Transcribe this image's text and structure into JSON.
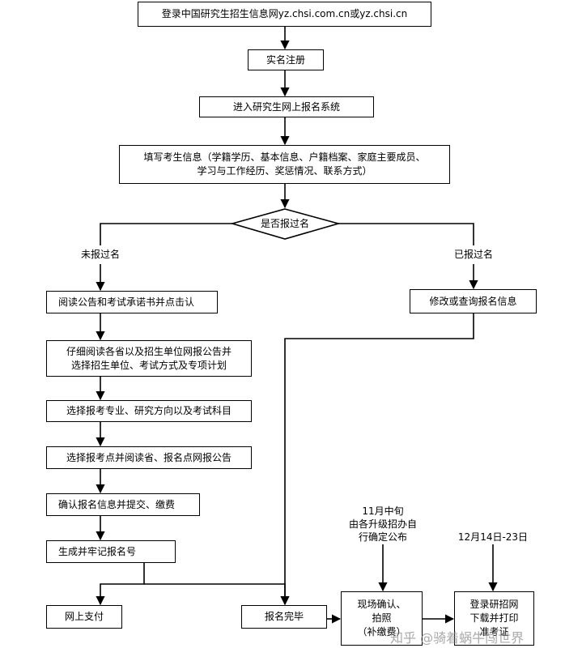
{
  "nodes": {
    "login": "登录中国研究生招生信息网yz.chsi.com.cn或yz.chsi.cn",
    "register": "实名注册",
    "enter_system": "进入研究生网上报名系统",
    "fill_info_line1": "填写考生信息（学籍学历、基本信息、户籍档案、家庭主要成员、",
    "fill_info_line2": "学习与工作经历、奖惩情况、联系方式）",
    "decision": "是否报过名",
    "read_notice": "阅读公告和考试承诺书并点击认",
    "modify_info": "修改或查询报名信息",
    "read_unit_line1": "仔细阅读各省以及招生单位网报公告并",
    "read_unit_line2": "选择招生单位、考试方式及专项计划",
    "choose_major": "选择报考专业、研究方向以及考试科目",
    "choose_site": "选择报考点并阅读省、报名点网报公告",
    "confirm_pay": "确认报名信息并提交、缴费",
    "gen_number": "生成并牢记报名号",
    "online_pay": "网上支付",
    "complete": "报名完毕",
    "onsite_line1": "现场确认、",
    "onsite_line2": "拍照",
    "onsite_line3": "（补缴费）",
    "download_line1": "登录研招网",
    "download_line2": "下载并打印",
    "download_line3": "准考证"
  },
  "labels": {
    "not_registered": "未报过名",
    "registered": "已报过名",
    "mid_nov_line1": "11月中旬",
    "mid_nov_line2": "由各升级招办自",
    "mid_nov_line3": "行确定公布",
    "dec_dates": "12月14日-23日"
  },
  "watermark": "知乎 @骑着蜗牛闯世界"
}
